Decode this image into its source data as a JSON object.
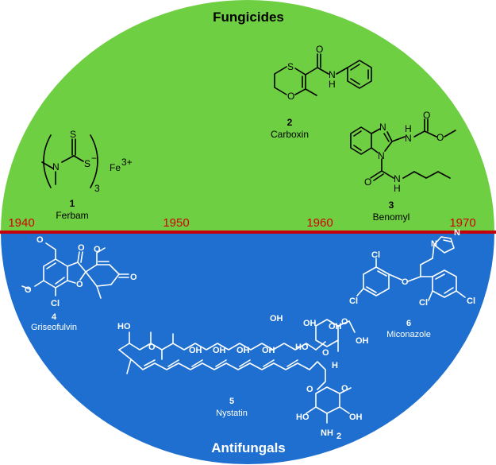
{
  "top_title": "Fungicides",
  "bottom_title": "Antifungals",
  "timeline": {
    "years": [
      "1940",
      "1950",
      "1960",
      "1970"
    ]
  },
  "fungicides": [
    {
      "number": "1",
      "name": "Ferbam",
      "labels": {
        "S_top": "S",
        "N": "N",
        "S_minus": "S",
        "minus": "−",
        "Fe": "Fe",
        "Fe_charge": "3+",
        "subscript": "3"
      }
    },
    {
      "number": "2",
      "name": "Carboxin",
      "labels": {
        "S": "S",
        "O": "O",
        "O_carbonyl": "O",
        "NH": "N",
        "H": "H"
      }
    },
    {
      "number": "3",
      "name": "Benomyl",
      "labels": {
        "N_ring": "N",
        "N_sub": "N",
        "H_amide": "H",
        "N_amide": "N",
        "O_carb": "O",
        "O_ester": "O",
        "NH_side": "N",
        "H_side": "H",
        "O_side": "O"
      }
    }
  ],
  "antifungals": [
    {
      "number": "4",
      "name": "Griseofulvin",
      "labels": {
        "O1": "O",
        "O2": "O",
        "O3": "O",
        "O4": "O",
        "O5": "O",
        "O6": "O",
        "Cl": "Cl"
      }
    },
    {
      "number": "5",
      "name": "Nystatin",
      "labels": {
        "OH": "OH",
        "HO": "HO",
        "O": "O",
        "H": "H",
        "NH2": "NH",
        "sub2": "2"
      }
    },
    {
      "number": "6",
      "name": "Miconazole",
      "labels": {
        "Cl": "Cl",
        "N": "N",
        "O": "O"
      }
    }
  ],
  "colors": {
    "top": "#6ecf42",
    "bottom": "#1e6fcf",
    "divider": "#c3000b",
    "year": "#d40000"
  }
}
